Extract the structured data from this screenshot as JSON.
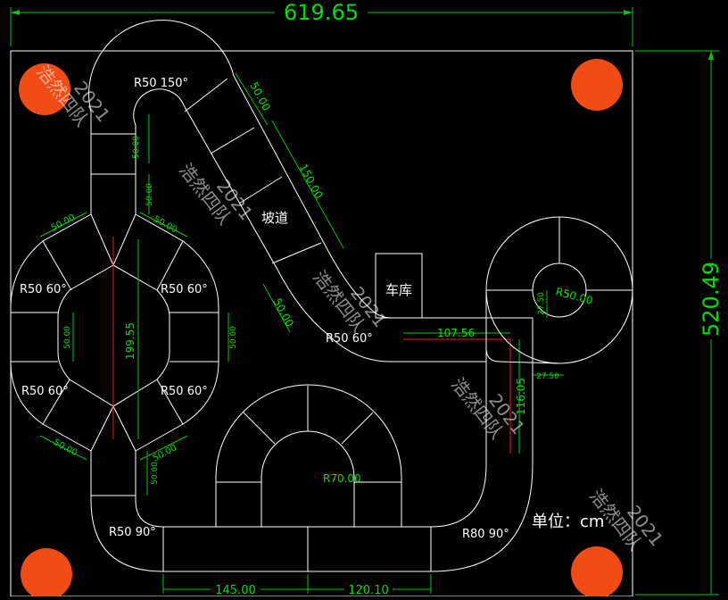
{
  "colors": {
    "background": "#000000",
    "outline": "#ffffff",
    "dimension": "#00c800",
    "highlight": "#e02020",
    "marker": "#f04c14"
  },
  "dimensions": {
    "overall_width": "619.65",
    "overall_height": "520.49",
    "ramp_top_width": "50.00",
    "ramp_length": "150.00",
    "ramp_bottom_width": "50.00",
    "column_width_a": "50.00",
    "column_width_b": "50.00",
    "oct_upper_left": "50.00",
    "oct_upper_right": "50.00",
    "oct_side_left": "50.00",
    "oct_side_right": "50.00",
    "oct_lower_left": "50.00",
    "oct_lower_right": "50.00",
    "oct_bottom_column": "50.00",
    "oct_height": "199.55",
    "loop_gap_a": "27.50",
    "loop_gap_b": "27.50",
    "loop_radius": "R50.00",
    "straight_horizontal": "107.56",
    "straight_vertical": "116.05",
    "arch_radius": "R70.00",
    "bottom_left_length": "145.00",
    "bottom_right_length": "120.10"
  },
  "labels": {
    "arc_top": "R50 150°",
    "oct_tl": "R50 60°",
    "oct_tr": "R50 60°",
    "oct_bl": "R50 60°",
    "oct_br": "R50 60°",
    "center_curve": "R50 60°",
    "bottom_left_curve": "R50 90°",
    "bottom_right_curve": "R80 90°",
    "ramp": "坡道",
    "garage": "车库",
    "unit": "单位：cm"
  },
  "watermark": {
    "team": "浩然四队",
    "year": "2021"
  }
}
